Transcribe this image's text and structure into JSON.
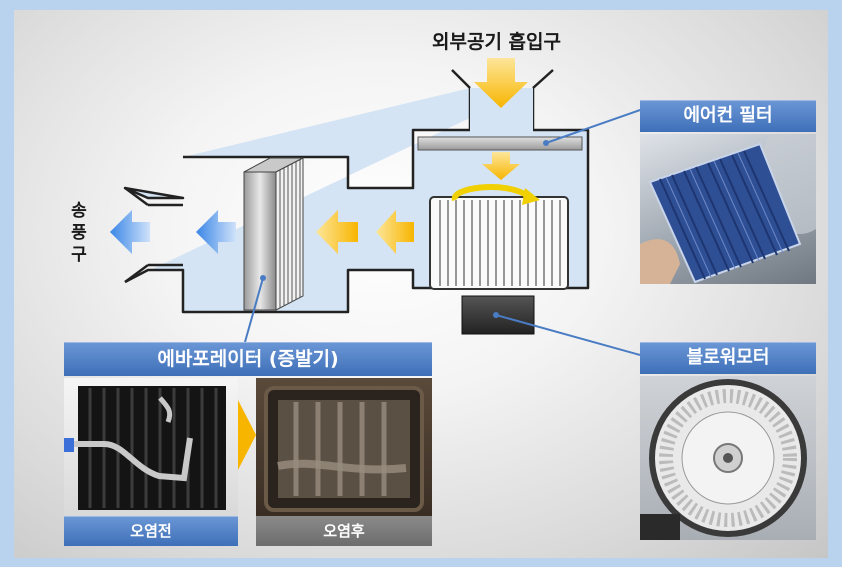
{
  "labels": {
    "intake": "외부공기 흡입구",
    "outlet": [
      "송",
      "풍",
      "구"
    ],
    "filter": "에어컨 필터",
    "evaporator": "에바포레이터 (증발기)",
    "blower_motor": "블로워모터",
    "before": "오염전",
    "after": "오염후"
  },
  "colors": {
    "accent_blue": "#4a7cc4",
    "airflow_yellow": "#f7b500",
    "airflow_blue": "#4a90e8",
    "duct_fill": "#d4e4f4"
  }
}
